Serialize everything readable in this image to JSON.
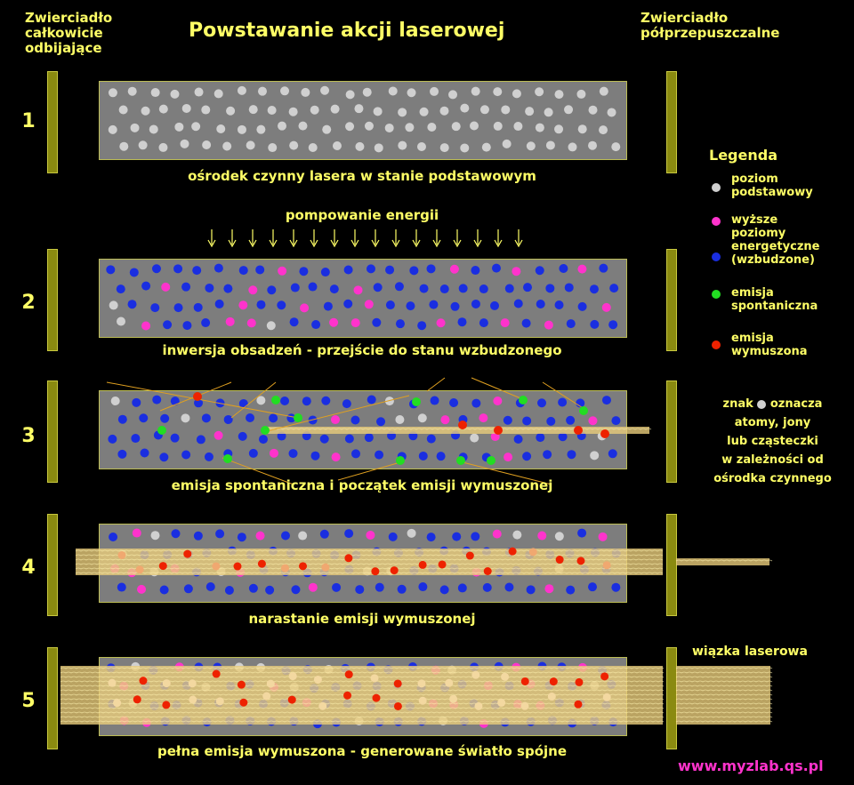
{
  "title": "Powstawanie akcji laserowej",
  "left_mirror_label": [
    "Zwierciadło",
    "całkowicie",
    "odbijające"
  ],
  "right_mirror_label": [
    "Zwierciadło",
    "półprzepuszczalne"
  ],
  "steps": [
    {
      "number": "1",
      "caption": "ośrodek czynny lasera w stanie podstawowym"
    },
    {
      "number": "2",
      "caption": "inwersja obsadzeń - przejście do stanu wzbudzonego"
    },
    {
      "number": "3",
      "caption": "emisja spontaniczna i początek emisji wymuszonej"
    },
    {
      "number": "4",
      "caption": "narastanie emisji wymuszonej"
    },
    {
      "number": "5",
      "caption": "pełna emisja wymuszona - generowane światło spójne"
    }
  ],
  "pumping_label": "pompowanie energii",
  "legend": {
    "title": "Legenda",
    "items": [
      {
        "color": "#d0d0d0",
        "label": [
          "poziom",
          "podstawowy"
        ]
      },
      {
        "color": "#ff33cc",
        "label": [
          "wyższe",
          "poziomy"
        ]
      },
      {
        "color": "#1a2ee0",
        "label": [
          "energetyczne",
          "(wzbudzone)"
        ]
      },
      {
        "color": "#22dd22",
        "label": [
          "emisja",
          "spontaniczna"
        ]
      },
      {
        "color": "#ee2200",
        "label": [
          "emisja",
          "wymuszona"
        ]
      }
    ]
  },
  "note": {
    "before": "znak",
    "after": "oznacza",
    "lines": [
      "atomy, jony",
      "lub cząsteczki",
      "w zależności od",
      "ośrodka czynnego"
    ]
  },
  "beam_label": "wiązka laserowa",
  "url": "www.myzlab.qs.pl",
  "colors": {
    "ground": "#d0d0d0",
    "higher": "#ff33cc",
    "excited": "#1a2ee0",
    "spontaneous": "#22dd22",
    "stimulated": "#ee2200",
    "beam": "#e8cc7a",
    "text": "#ffff66"
  }
}
